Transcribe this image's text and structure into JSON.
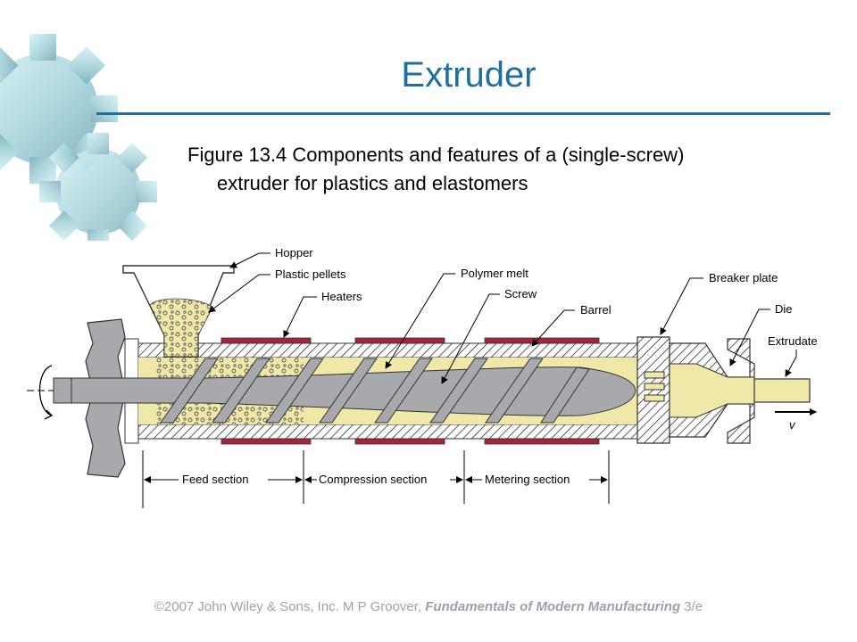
{
  "slide": {
    "title": "Extruder",
    "caption_line1": "Figure 13.4  Components and features of a (single-screw)",
    "caption_line2": "extruder for plastics and elastomers"
  },
  "diagram": {
    "labels": {
      "hopper": "Hopper",
      "plastic_pellets": "Plastic pellets",
      "heaters": "Heaters",
      "polymer_melt": "Polymer melt",
      "screw": "Screw",
      "barrel": "Barrel",
      "breaker_plate": "Breaker plate",
      "die": "Die",
      "extrudate": "Extrudate",
      "velocity": "v"
    },
    "sections": {
      "feed": "Feed section",
      "compression": "Compression section",
      "metering": "Metering section"
    },
    "colors": {
      "melt": "#efe8a8",
      "screw": "#a7a9ac",
      "heater": "#a4243b",
      "gear": "#9bc4ce"
    }
  },
  "footer": {
    "copyright": "©2007 John Wiley & Sons, Inc.  M P Groover, ",
    "book_title": "Fundamentals of Modern Manufacturing",
    "edition": " 3/e"
  }
}
